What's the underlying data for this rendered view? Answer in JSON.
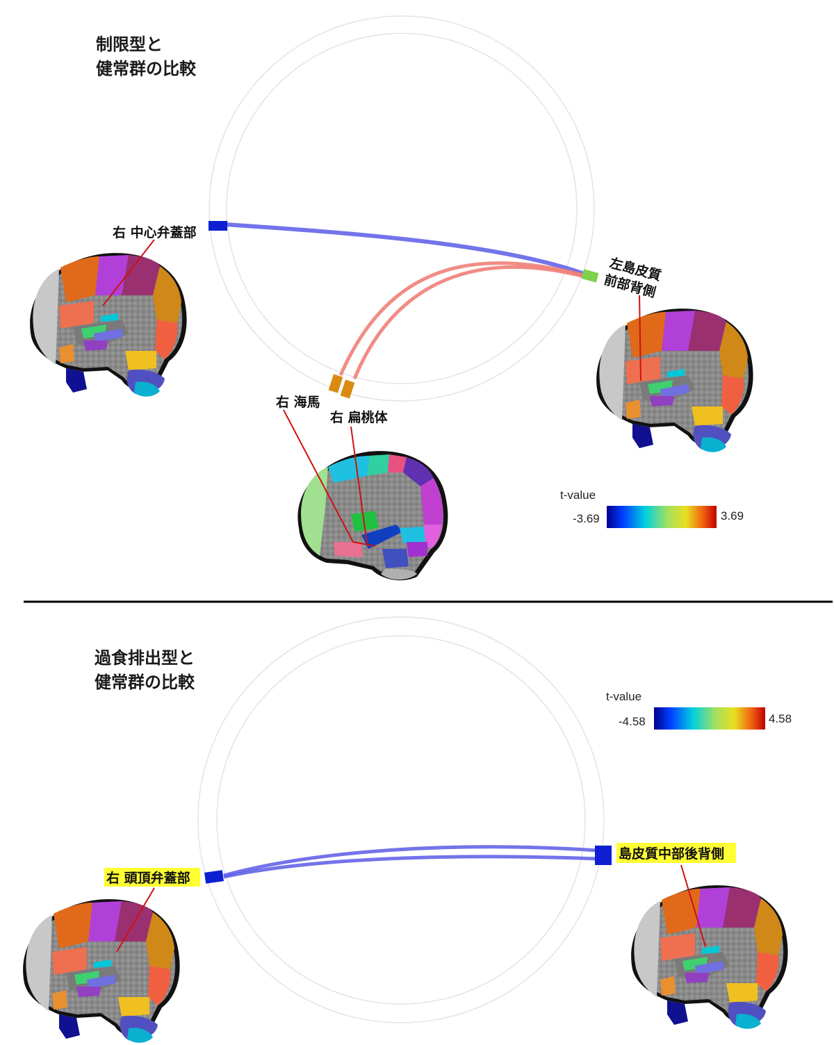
{
  "panels": [
    {
      "title_line1": "制限型と",
      "title_line2": "健常群の比較",
      "colorbar": {
        "label": "t-value",
        "min_label": "-3.69",
        "max_label": "3.69"
      },
      "regions": {
        "a": "右 中心弁蓋部",
        "b1": "左島皮質",
        "b2": "前部背側",
        "c": "右 海馬",
        "d": "右 扁桃体"
      }
    },
    {
      "title_line1": "過食排出型と",
      "title_line2": "健常群の比較",
      "colorbar": {
        "label": "t-value",
        "min_label": "-4.58",
        "max_label": "4.58"
      },
      "regions": {
        "a": "右 頭頂弁蓋部",
        "b": "島皮質中部後背側"
      }
    }
  ],
  "colors": {
    "negative_link": "#5a5ae6",
    "positive_link": "#f08078",
    "node_blue": "#0d1fd0",
    "node_green": "#7cd24a",
    "node_orange": "#d98a10",
    "highlight": "#ffff33",
    "pointer": "#d01010"
  }
}
